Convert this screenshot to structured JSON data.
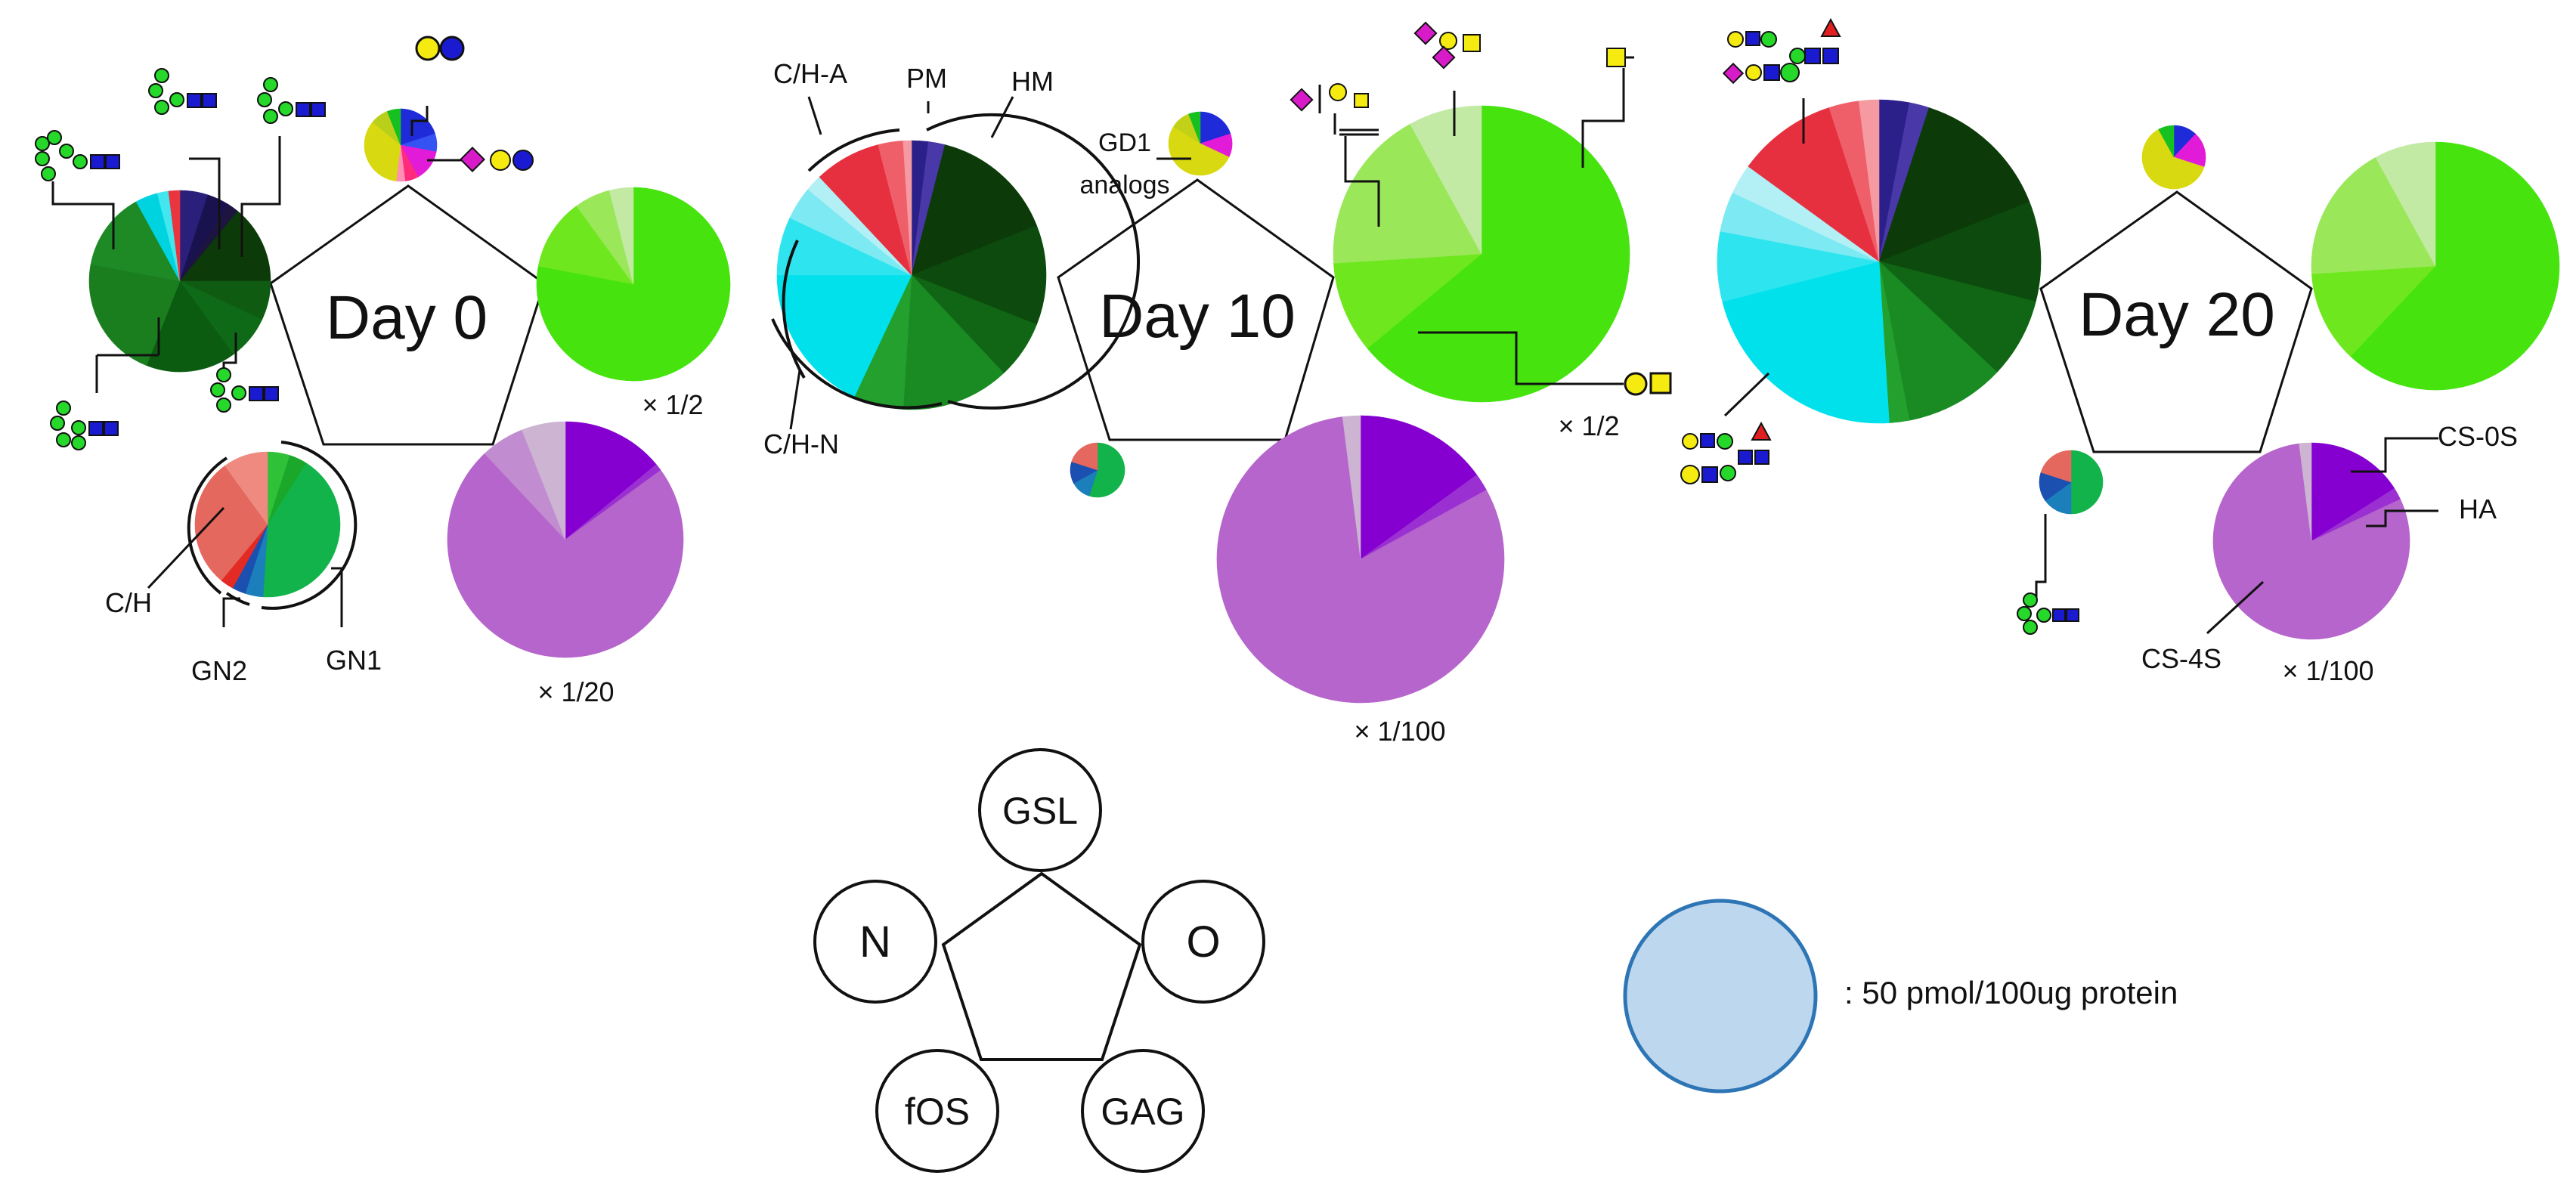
{
  "days": [
    {
      "id": "d0",
      "title": "Day 0",
      "n_pie": [
        {
          "share": 0.05,
          "color": "#2a1f7a"
        },
        {
          "share": 0.04,
          "color": "#1a124f"
        },
        {
          "share": 0.02,
          "color": "#1d1540"
        },
        {
          "share": 0.14,
          "color": "#0c3a08"
        },
        {
          "share": 0.07,
          "color": "#0f5b12"
        },
        {
          "share": 0.08,
          "color": "#0f6a17"
        },
        {
          "share": 0.16,
          "color": "#0b5c10"
        },
        {
          "share": 0.22,
          "color": "#1a7e1f"
        },
        {
          "share": 0.14,
          "color": "#1d8a26"
        },
        {
          "share": 0.04,
          "color": "#00d3e0"
        },
        {
          "share": 0.02,
          "color": "#41e6ee"
        },
        {
          "share": 0.02,
          "color": "#e8353f"
        }
      ],
      "gsl_pie": [
        {
          "share": 0.2,
          "color": "#1f2bd8"
        },
        {
          "share": 0.08,
          "color": "#3552f2"
        },
        {
          "share": 0.14,
          "color": "#e21bd8"
        },
        {
          "share": 0.06,
          "color": "#ff2b7b"
        },
        {
          "share": 0.04,
          "color": "#ff8fb5"
        },
        {
          "share": 0.34,
          "color": "#d8d911"
        },
        {
          "share": 0.08,
          "color": "#b8d019"
        },
        {
          "share": 0.06,
          "color": "#16c020"
        }
      ],
      "o_pie": [
        {
          "share": 0.78,
          "color": "#46e30f"
        },
        {
          "share": 0.12,
          "color": "#6ee71e"
        },
        {
          "share": 0.06,
          "color": "#9ae85a"
        },
        {
          "share": 0.04,
          "color": "#c2eaa4"
        }
      ],
      "gag_pie": [
        {
          "share": 0.14,
          "color": "#8500d0"
        },
        {
          "share": 0.01,
          "color": "#9a30d2"
        },
        {
          "share": 0.73,
          "color": "#b565cb"
        },
        {
          "share": 0.06,
          "color": "#c28cd0"
        },
        {
          "share": 0.06,
          "color": "#cdb4d3"
        }
      ],
      "fos_pie": [
        {
          "share": 0.05,
          "color": "#2fc137"
        },
        {
          "share": 0.04,
          "color": "#1ba82a"
        },
        {
          "share": 0.42,
          "color": "#11b34a"
        },
        {
          "share": 0.04,
          "color": "#1a7fbb"
        },
        {
          "share": 0.03,
          "color": "#1b4fb0"
        },
        {
          "share": 0.03,
          "color": "#e42a24"
        },
        {
          "share": 0.29,
          "color": "#e4685d"
        },
        {
          "share": 0.1,
          "color": "#ee8a80"
        }
      ],
      "o_multiplier": "× 1/2",
      "gag_multiplier": "× 1/20",
      "fos_labels": {
        "ch": "C/H",
        "gn2": "GN2",
        "gn1": "GN1"
      }
    },
    {
      "id": "d10",
      "title": "Day 10",
      "n_pie": [
        {
          "share": 0.02,
          "color": "#2b1f8a"
        },
        {
          "share": 0.02,
          "color": "#4938a8"
        },
        {
          "share": 0.15,
          "color": "#0c3a08"
        },
        {
          "share": 0.12,
          "color": "#0d4a0d"
        },
        {
          "share": 0.07,
          "color": "#106614"
        },
        {
          "share": 0.13,
          "color": "#1a8a23"
        },
        {
          "share": 0.06,
          "color": "#23a02e"
        },
        {
          "share": 0.18,
          "color": "#00e1ec"
        },
        {
          "share": 0.07,
          "color": "#2ee5ef"
        },
        {
          "share": 0.04,
          "color": "#7de9f2"
        },
        {
          "share": 0.02,
          "color": "#b2f0f6"
        },
        {
          "share": 0.08,
          "color": "#e7303f"
        },
        {
          "share": 0.03,
          "color": "#ef5f6a"
        },
        {
          "share": 0.01,
          "color": "#f49aa0"
        }
      ],
      "gsl_pie": [
        {
          "share": 0.2,
          "color": "#1f2bd8"
        },
        {
          "share": 0.12,
          "color": "#e21bd8"
        },
        {
          "share": 0.52,
          "color": "#d8d911"
        },
        {
          "share": 0.1,
          "color": "#c1d118"
        },
        {
          "share": 0.06,
          "color": "#16c020"
        }
      ],
      "o_pie": [
        {
          "share": 0.64,
          "color": "#46e30f"
        },
        {
          "share": 0.1,
          "color": "#6ee71e"
        },
        {
          "share": 0.18,
          "color": "#9ae85a"
        },
        {
          "share": 0.08,
          "color": "#c2eaa4"
        }
      ],
      "gag_pie": [
        {
          "share": 0.15,
          "color": "#8500d0"
        },
        {
          "share": 0.02,
          "color": "#9a30d2"
        },
        {
          "share": 0.81,
          "color": "#b565cb"
        },
        {
          "share": 0.02,
          "color": "#cdb4d3"
        }
      ],
      "fos_pie": [
        {
          "share": 0.55,
          "color": "#11b34a"
        },
        {
          "share": 0.12,
          "color": "#1a7fbb"
        },
        {
          "share": 0.13,
          "color": "#1b4fb0"
        },
        {
          "share": 0.2,
          "color": "#e4685d"
        }
      ],
      "o_multiplier": "× 1/2",
      "gag_multiplier": "× 1/100",
      "n_labels": {
        "cha": "C/H-A",
        "pm": "PM",
        "hm": "HM",
        "chn": "C/H-N"
      },
      "gsl_label": "GD1 analogs"
    },
    {
      "id": "d20",
      "title": "Day 20",
      "n_pie": [
        {
          "share": 0.03,
          "color": "#2b1f8a"
        },
        {
          "share": 0.02,
          "color": "#4938a8"
        },
        {
          "share": 0.14,
          "color": "#0c3a08"
        },
        {
          "share": 0.1,
          "color": "#0d4a0d"
        },
        {
          "share": 0.08,
          "color": "#106614"
        },
        {
          "share": 0.1,
          "color": "#1a8a23"
        },
        {
          "share": 0.02,
          "color": "#23a02e"
        },
        {
          "share": 0.22,
          "color": "#00e1ec"
        },
        {
          "share": 0.07,
          "color": "#2ee5ef"
        },
        {
          "share": 0.04,
          "color": "#7de9f2"
        },
        {
          "share": 0.03,
          "color": "#b2f0f6"
        },
        {
          "share": 0.1,
          "color": "#e7303f"
        },
        {
          "share": 0.03,
          "color": "#ef5f6a"
        },
        {
          "share": 0.02,
          "color": "#f49aa0"
        }
      ],
      "gsl_pie": [
        {
          "share": 0.12,
          "color": "#1f2bd8"
        },
        {
          "share": 0.18,
          "color": "#e21bd8"
        },
        {
          "share": 0.62,
          "color": "#d8d911"
        },
        {
          "share": 0.08,
          "color": "#16c020"
        }
      ],
      "o_pie": [
        {
          "share": 0.62,
          "color": "#46e30f"
        },
        {
          "share": 0.12,
          "color": "#6ee71e"
        },
        {
          "share": 0.18,
          "color": "#9ae85a"
        },
        {
          "share": 0.08,
          "color": "#c2eaa4"
        }
      ],
      "gag_pie": [
        {
          "share": 0.16,
          "color": "#8500d0"
        },
        {
          "share": 0.02,
          "color": "#9a30d2"
        },
        {
          "share": 0.8,
          "color": "#b565cb"
        },
        {
          "share": 0.02,
          "color": "#cdb4d3"
        }
      ],
      "fos_pie": [
        {
          "share": 0.5,
          "color": "#11b34a"
        },
        {
          "share": 0.15,
          "color": "#1a7fbb"
        },
        {
          "share": 0.15,
          "color": "#1b4fb0"
        },
        {
          "share": 0.2,
          "color": "#e4685d"
        }
      ],
      "o_multiplier": "",
      "gag_multiplier": "× 1/100",
      "gag_labels": {
        "cs0s": "CS-0S",
        "ha": "HA",
        "cs4s": "CS-4S"
      }
    }
  ],
  "legend": {
    "gsl": "GSL",
    "n": "N",
    "o": "O",
    "fos": "fOS",
    "gag": "GAG"
  },
  "scale": {
    "text": ": 50 pmol/100ug protein",
    "fill": "#bdd7ee",
    "stroke": "#2e75b6"
  }
}
